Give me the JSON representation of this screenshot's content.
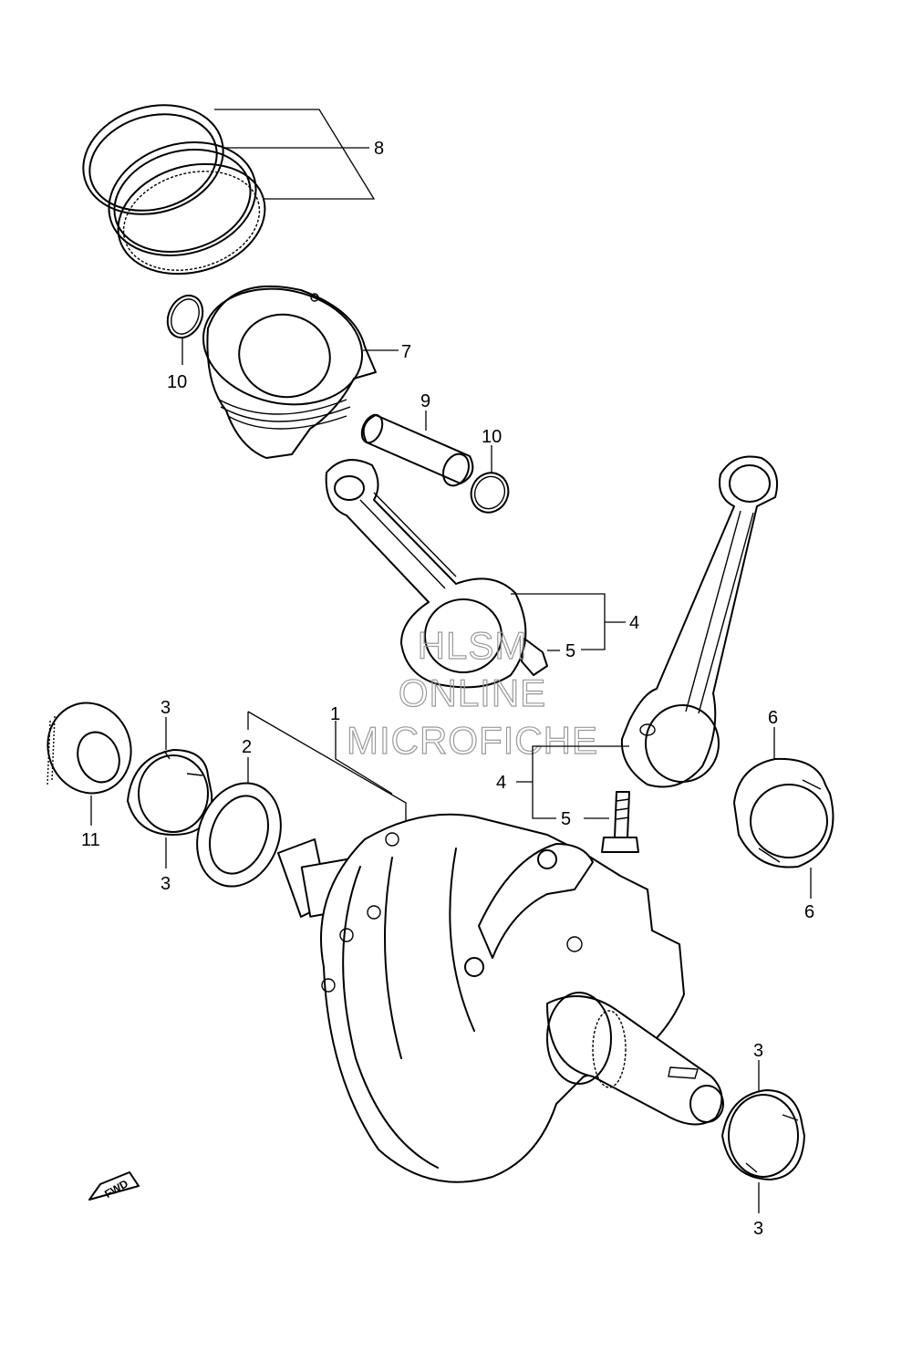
{
  "diagram": {
    "callouts": {
      "c1": "1",
      "c2": "2",
      "c3a": "3",
      "c3b": "3",
      "c3c": "3",
      "c3d": "3",
      "c4a": "4",
      "c4b": "4",
      "c5a": "5",
      "c5b": "5",
      "c6a": "6",
      "c6b": "6",
      "c7": "7",
      "c8": "8",
      "c9": "9",
      "c10a": "10",
      "c10b": "10",
      "c11": "11"
    },
    "watermark": {
      "line1": "HLSM",
      "line2": "ONLINE",
      "line3": "MICROFICHE"
    },
    "direction_badge": "FWD"
  }
}
